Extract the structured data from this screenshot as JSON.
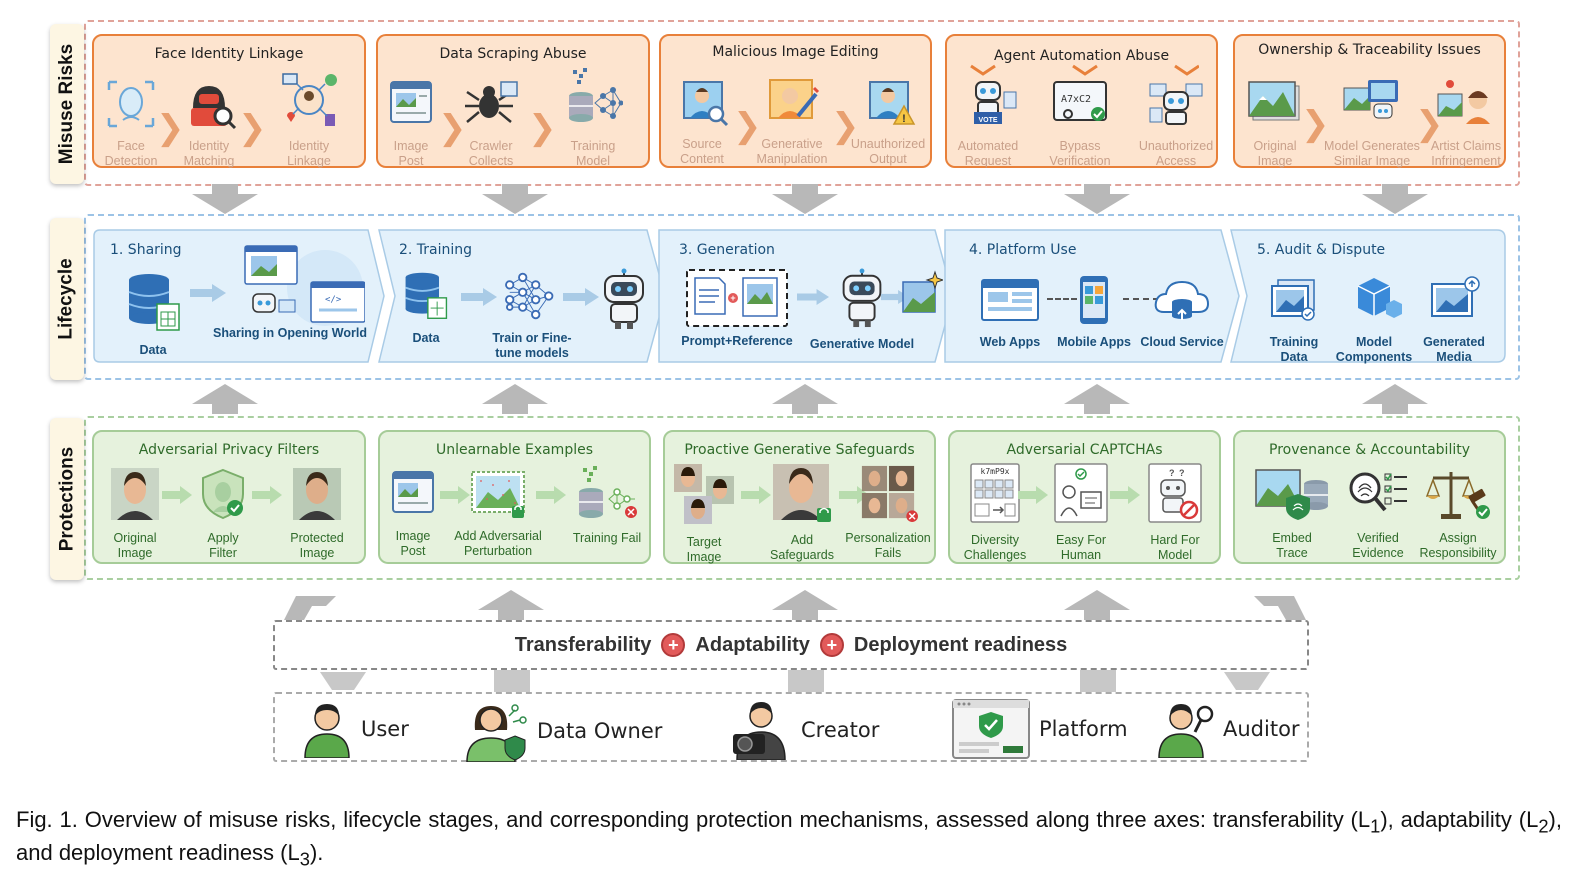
{
  "bands": {
    "risk_label": "Misuse Risks",
    "life_label": "Lifecycle",
    "prot_label": "Protections"
  },
  "risks": [
    {
      "title": "Face Identity Linkage",
      "items": [
        "Face\nDetection",
        "Identity\nMatching",
        "Identity\nLinkage"
      ]
    },
    {
      "title": "Data Scraping Abuse",
      "items": [
        "Image\nPost",
        "Crawler\nCollects",
        "Training\nModel"
      ]
    },
    {
      "title": "Malicious Image Editing",
      "items": [
        "Source\nContent",
        "Generative\nManipulation",
        "Unauthorized\nOutput"
      ]
    },
    {
      "title": "Agent Automation Abuse",
      "items": [
        "Automated\nRequest",
        "Bypass\nVerification",
        "Unauthorized\nAccess"
      ]
    },
    {
      "title": "Ownership & Traceability Issues",
      "items": [
        "Original\nImage",
        "Model Generates\nSimilar Image",
        "Artist Claims\nInfringement"
      ]
    }
  ],
  "lifecycle": [
    {
      "title": "1. Sharing",
      "items": [
        "Data",
        "Sharing in Opening World"
      ]
    },
    {
      "title": "2. Training",
      "items": [
        "Data",
        "Train or Fine-\ntune models"
      ]
    },
    {
      "title": "3. Generation",
      "items": [
        "Prompt+Reference",
        "Generative Model"
      ]
    },
    {
      "title": "4. Platform Use",
      "items": [
        "Web Apps",
        "Mobile Apps",
        "Cloud Service"
      ]
    },
    {
      "title": "5. Audit & Dispute",
      "items": [
        "Training\nData",
        "Model\nComponents",
        "Generated\nMedia"
      ]
    }
  ],
  "protections": [
    {
      "title": "Adversarial Privacy Filters",
      "items": [
        "Original\nImage",
        "Apply\nFilter",
        "Protected\nImage"
      ]
    },
    {
      "title": "Unlearnable Examples",
      "items": [
        "Image\nPost",
        "Add Adversarial\nPerturbation",
        "Training Fail"
      ]
    },
    {
      "title": "Proactive Generative Safeguards",
      "items": [
        "Target\nImage",
        "Add\nSafeguards",
        "Personalization\nFails"
      ]
    },
    {
      "title": "Adversarial CAPTCHAs",
      "items": [
        "Diversity\nChallenges",
        "Easy For\nHuman",
        "Hard For\nModel"
      ]
    },
    {
      "title": "Provenance & Accountability",
      "items": [
        "Embed\nTrace",
        "Verified\nEvidence",
        "Assign\nResponsibility"
      ]
    }
  ],
  "axes": {
    "a1": "Transferability",
    "a2": "Adaptability",
    "a3": "Deployment readiness"
  },
  "actors": [
    "User",
    "Data Owner",
    "Creator",
    "Platform",
    "Auditor"
  ],
  "icon_misc": {
    "vote": "VOTE",
    "captcha": "A7xC2",
    "captcha_grid": "k7mP9x"
  },
  "caption": {
    "prefix": "Fig. 1.",
    "text": "Overview of misuse risks, lifecycle stages, and corresponding protection mechanisms, assessed along three axes: transferability (L",
    "s1": "1",
    "t2": "), adaptability (L",
    "s2": "2",
    "t3": "), and deployment readiness (L",
    "s3": "3",
    "t4": ")."
  },
  "colors": {
    "risk_border": "#e8803a",
    "risk_fill": "#fde4cf",
    "life_fill": "#e3f1fb",
    "prot_fill": "#e6f2dd",
    "prot_border": "#a6cc98"
  }
}
